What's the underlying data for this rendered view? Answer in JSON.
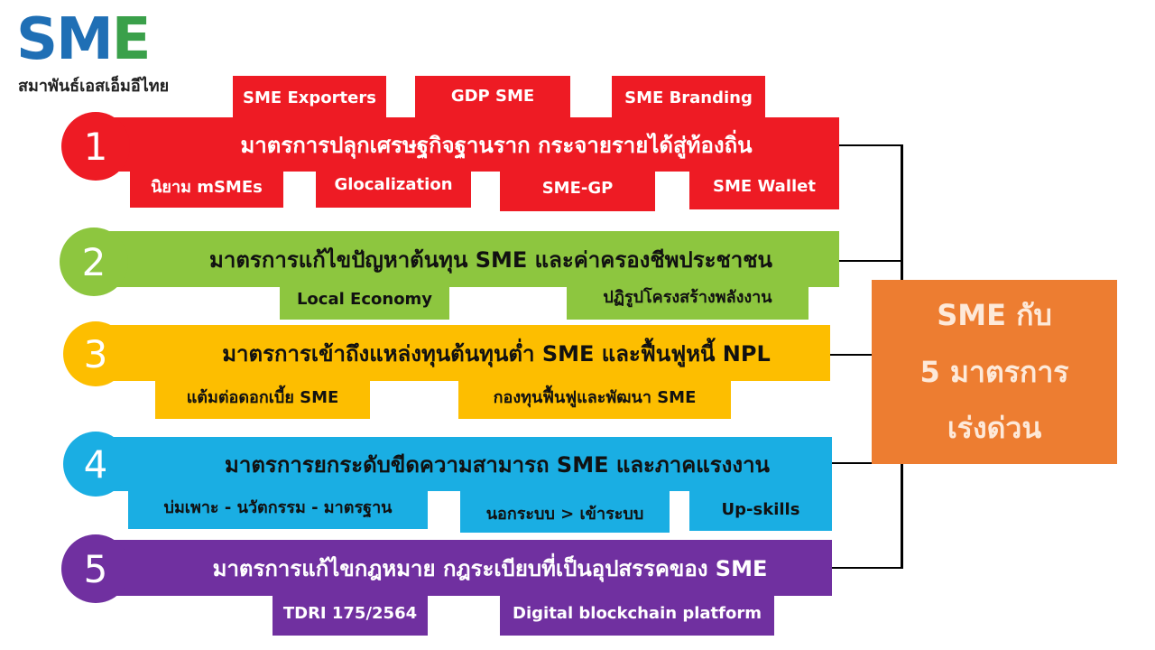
{
  "logo": {
    "s": "S",
    "m": "M",
    "e": "E",
    "subtitle": "สมาพันธ์เอสเอ็มอีไทย"
  },
  "colors": {
    "red": "#ee1b24",
    "green": "#8dc63f",
    "yellow": "#fdbe00",
    "blue": "#1aaee3",
    "purple": "#7030a0",
    "orange": "#ed7d31"
  },
  "measures": [
    {
      "number": "1",
      "title": "มาตรการปลุกเศรษฐกิจฐานราก กระจายรายได้สู่ท้องถิ่น",
      "tags_top": [
        "SME Exporters",
        "GDP SME",
        "SME Branding"
      ],
      "tags_bottom": [
        "นิยาม mSMEs",
        "Glocalization",
        "SME-GP",
        "SME Wallet"
      ]
    },
    {
      "number": "2",
      "title": "มาตรการแก้ไขปัญหาต้นทุน SME และค่าครองชีพประชาชน",
      "tags_bottom": [
        "Local Economy",
        "ปฏิรูปโครงสร้างพลังงาน"
      ]
    },
    {
      "number": "3",
      "title": "มาตรการเข้าถึงแหล่งทุนต้นทุนต่ำ SME และฟื้นฟูหนี้ NPL",
      "tags_bottom": [
        "แต้มต่อดอกเบี้ย SME",
        "กองทุนฟื้นฟูและพัฒนา SME"
      ]
    },
    {
      "number": "4",
      "title": "มาตรการยกระดับขีดความสามารถ SME และภาคแรงงาน",
      "tags_bottom": [
        "บ่มเพาะ - นวัตกรรม - มาตรฐาน",
        "นอกระบบ > เข้าระบบ",
        "Up-skills"
      ]
    },
    {
      "number": "5",
      "title": "มาตรการแก้ไขกฎหมาย กฎระเบียบที่เป็นอุปสรรคของ SME",
      "tags_bottom": [
        "TDRI 175/2564",
        "Digital blockchain platform"
      ]
    }
  ],
  "summary": {
    "line1": "SME กับ",
    "line2": "5 มาตรการ",
    "line3": "เร่งด่วน"
  }
}
